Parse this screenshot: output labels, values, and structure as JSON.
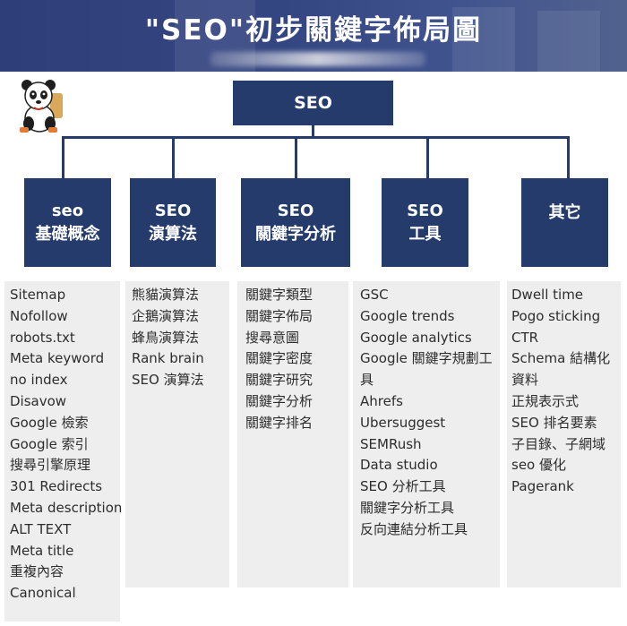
{
  "banner": {
    "title": "\"SEO\"初步關鍵字佈局圖"
  },
  "root": {
    "label": "SEO"
  },
  "categories": [
    {
      "line1": "seo",
      "line2": "基礎概念",
      "items": [
        "Sitemap",
        " Nofollow",
        " robots.txt",
        " Meta keyword",
        " no index",
        " Disavow",
        "Google 檢索",
        "Google 索引",
        "搜尋引擎原理",
        " 301 Redirects",
        "Meta description",
        "ALT TEXT",
        "Meta title",
        "重複內容",
        "Canonical"
      ]
    },
    {
      "line1": "SEO",
      "line2": "演算法",
      "items": [
        "熊貓演算法",
        "企鵝演算法",
        " 蜂鳥演算法",
        "Rank brain",
        "SEO 演算法"
      ]
    },
    {
      "line1": "SEO",
      "line2": "關鍵字分析",
      "items": [
        "關鍵字類型",
        "關鍵字佈局",
        "搜尋意圖",
        "關鍵字密度",
        "關鍵字研究",
        "關鍵字分析",
        "關鍵字排名"
      ]
    },
    {
      "line1": "SEO",
      "line2": "工具",
      "items": [
        "GSC",
        "Google trends",
        "Google analytics",
        "Google 關鍵字規劃工",
        "具",
        "Ahrefs",
        "Ubersuggest",
        "SEMRush",
        "Data studio",
        "SEO 分析工具",
        "關鍵字分析工具",
        "反向連結分析工具"
      ]
    },
    {
      "line1": "其它",
      "line2": "",
      "items": [
        "Dwell time",
        "Pogo sticking",
        "CTR",
        "Schema 結構化",
        "資料",
        "正規表示式",
        " SEO 排名要素",
        "子目錄、子網域",
        "seo 優化",
        " Pagerank"
      ]
    }
  ]
}
